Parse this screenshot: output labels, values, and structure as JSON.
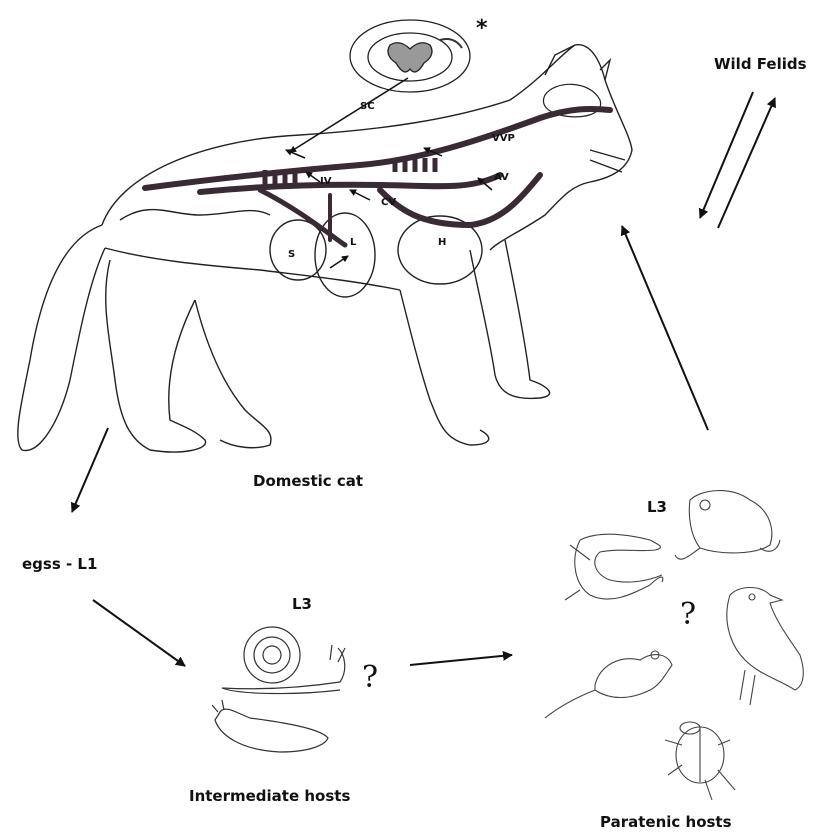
{
  "labels": {
    "wild_felids": "Wild Felids",
    "domestic_cat": "Domestic cat",
    "eggs_l1": "egss - L1",
    "l3_intermediate": "L3",
    "l3_paratenic": "L3",
    "intermediate_hosts": "Intermediate hosts",
    "paratenic_hosts": "Paratenic hosts",
    "question_intermediate": "?",
    "question_paratenic": "?",
    "asterisk": "*"
  },
  "anatomy": {
    "sc": "SC",
    "vvp": "VVP",
    "iv": "IV",
    "av": "AV",
    "cv": "CV",
    "s": "S",
    "l": "L",
    "h": "H"
  },
  "colors": {
    "vessel": "#3a2a35",
    "outline": "#222222"
  }
}
